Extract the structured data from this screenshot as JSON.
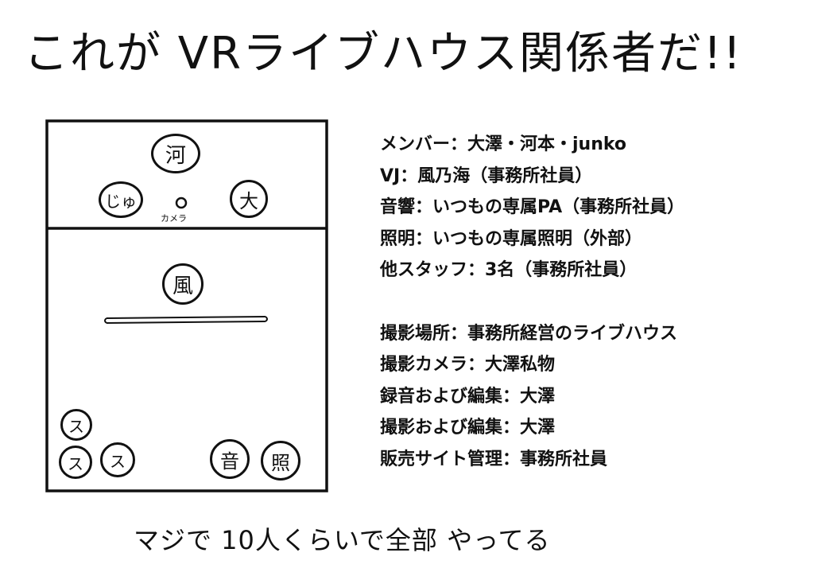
{
  "title": "これが VRライブハウス関係者だ!!",
  "diagram": {
    "nodes": {
      "kawa": "河",
      "ju": "じゅ",
      "dai": "大",
      "fuu": "風",
      "su1": "ス",
      "su2": "ス",
      "su3": "ス",
      "on": "音",
      "shou": "照"
    },
    "camera_label": "カメラ"
  },
  "info": {
    "lines": [
      "メンバー：大澤・河本・junko",
      "VJ：風乃海（事務所社員）",
      "音響：いつもの専属PA（事務所社員）",
      "照明：いつもの専属照明（外部）",
      "他スタッフ：3名（事務所社員）"
    ],
    "lines2": [
      "撮影場所：事務所経営のライブハウス",
      "撮影カメラ：大澤私物",
      "録音および編集：大澤",
      "撮影および編集：大澤",
      "販売サイト管理：事務所社員"
    ]
  },
  "footer": "マジで 10人くらいで全部 やってる"
}
